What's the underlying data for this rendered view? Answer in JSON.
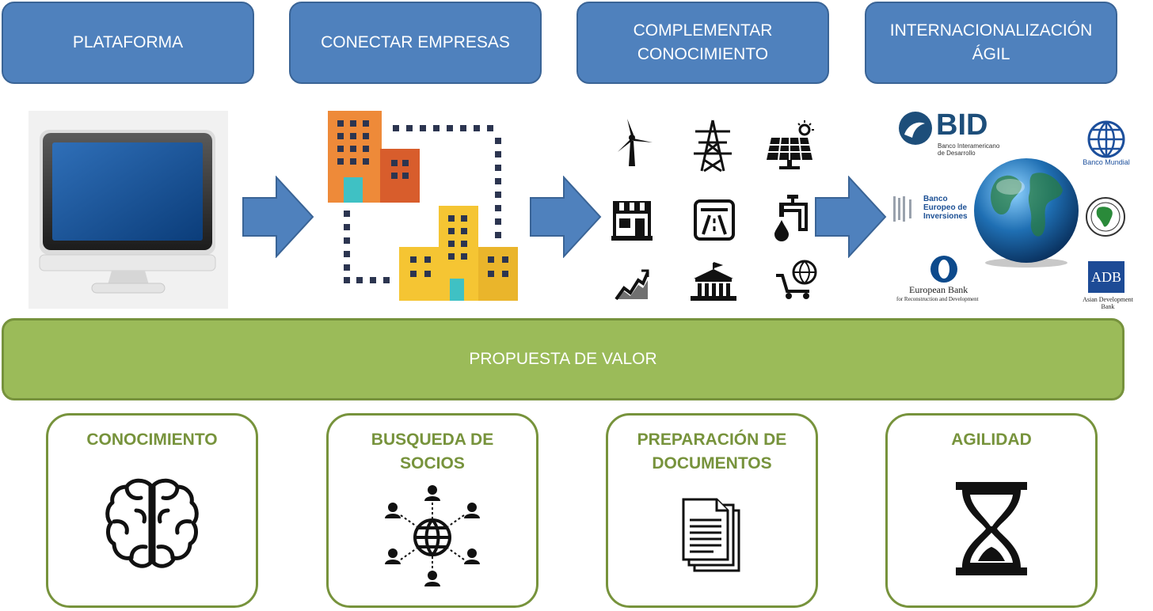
{
  "steps": [
    {
      "label": "PLATAFORMA"
    },
    {
      "label": "CONECTAR EMPRESAS"
    },
    {
      "label": "COMPLEMENTAR\nCONOCIMIENTO"
    },
    {
      "label": "INTERNACIONALIZACIÓN\nÁGIL"
    }
  ],
  "value_bar": {
    "label": "PROPUESTA DE VALOR"
  },
  "benefits": [
    {
      "label": "CONOCIMIENTO",
      "icon": "brain-icon"
    },
    {
      "label": "BUSQUEDA DE\nSOCIOS",
      "icon": "network-globe-icon"
    },
    {
      "label": "PREPARACIÓN DE\nDOCUMENTOS",
      "icon": "documents-icon"
    },
    {
      "label": "AGILIDAD",
      "icon": "hourglass-icon"
    }
  ],
  "knowledge_icons": [
    "wind-turbine-icon",
    "power-tower-icon",
    "solar-panel-icon",
    "store-icon",
    "highway-icon",
    "water-tap-icon",
    "growth-chart-icon",
    "government-building-icon",
    "shopping-cart-globe-icon"
  ],
  "banks": {
    "bid_name": "BID",
    "bid_sub1": "Banco Interamericano",
    "bid_sub2": "de Desarrollo",
    "world_bank": "Banco Mundial",
    "eib_line1": "Banco",
    "eib_line2": "Europeo de",
    "eib_line3": "Inversiones",
    "ebrd_line1": "European Bank",
    "ebrd_line2": "for Reconstruction and Development",
    "adb_short": "ADB",
    "adb_name": "Asian Development Bank"
  },
  "colors": {
    "step_fill": "#4f81bd",
    "value_bar_fill": "#9bbb59",
    "benefit_text": "#77933c"
  }
}
